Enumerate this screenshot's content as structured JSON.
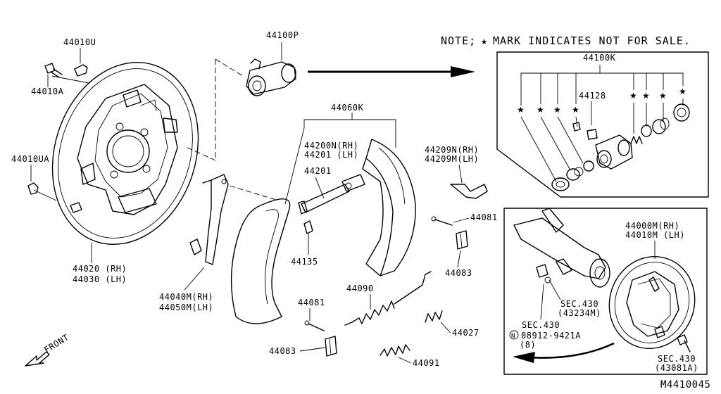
{
  "note": {
    "prefix": "NOTE;",
    "star": "★",
    "text": "MARK INDICATES NOT FOR SALE."
  },
  "diagram_id": "M4410045",
  "front_label": "FRONT",
  "labels": {
    "p44010U": "44010U",
    "p44010A": "44010A",
    "p44010UA": "44010UA",
    "p44020": "44020 (RH)",
    "p44030": "44030 (LH)",
    "p44100P": "44100P",
    "p44060K": "44060K",
    "p44200N": "44200N(RH)",
    "p44201": "44201  (LH)",
    "p44201b": "44201",
    "p44135": "44135",
    "p44040M": "44040M(RH)",
    "p44050M": "44050M(LH)",
    "p44081a": "44081",
    "p44083a": "44083",
    "p44090": "44090",
    "p44091": "44091",
    "p44027": "44027",
    "p44209N": "44209N(RH)",
    "p44209M": "44209M(LH)",
    "p44081b": "44081",
    "p44083b": "44083",
    "p44100K": "44100K",
    "p44128": "44128",
    "p44000M": "44000M(RH)",
    "p44010M": "44010M (LH)",
    "sec430a": "SEC.430",
    "sec430a_code": "(43234M)",
    "sec430b": "SEC.430",
    "bolt_n": "N",
    "bolt_code": "08912-9421A",
    "bolt_qty": "(8)",
    "sec430c": "SEC.430",
    "sec430c_code": "(43081A)"
  }
}
